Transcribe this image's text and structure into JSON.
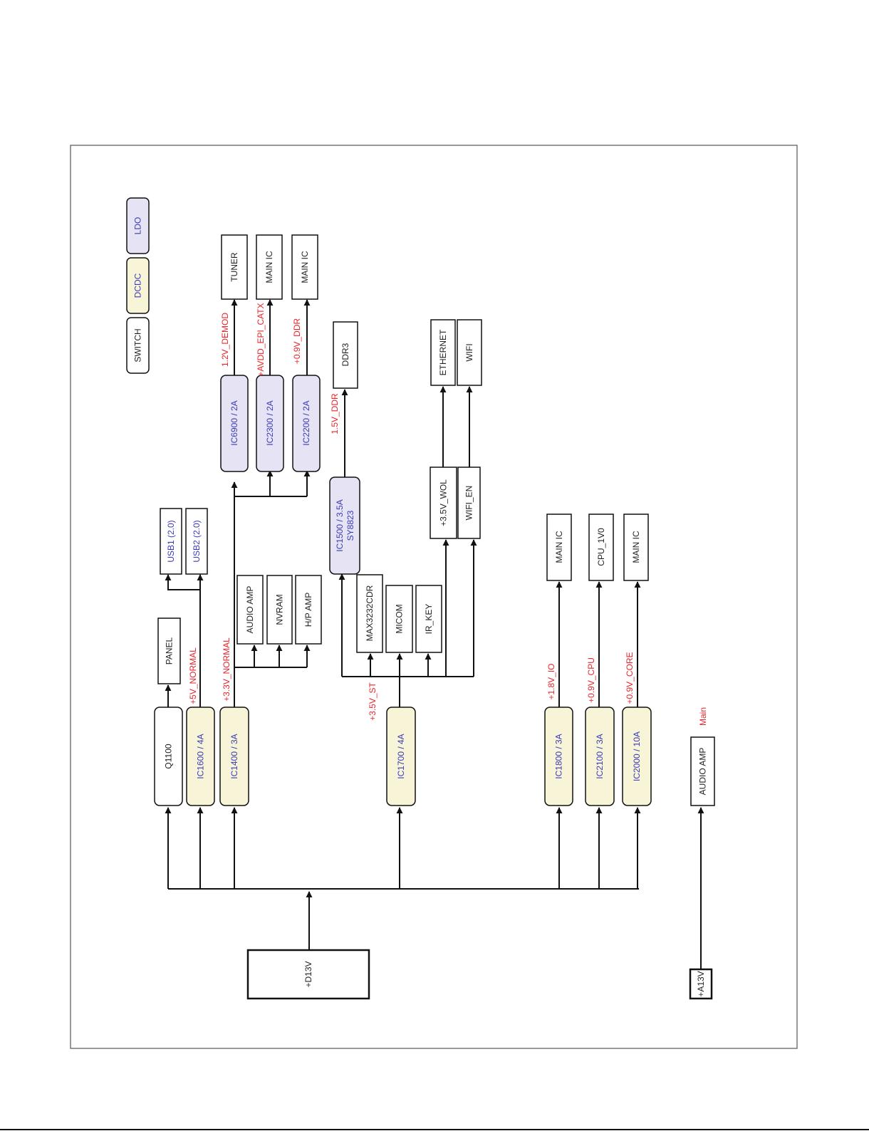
{
  "legend": {
    "switch": "SWITCH",
    "dcdc": "DCDC",
    "ldo": "LDO"
  },
  "colors": {
    "dcdc_fill": "#f8f4d8",
    "ldo_fill": "#e6e4f4",
    "switch_fill": "#ffffff",
    "part_text": "#3a3ab8",
    "rail_text": "#e8242a",
    "line": "#111111"
  },
  "sources": {
    "d13v": "+D13V",
    "a13v": "+A13V"
  },
  "main_label": "Main",
  "regulators": {
    "q1100": "Q1100",
    "ic1600": "IC1600 / 4A",
    "ic1400": "IC1400 / 3A",
    "ic1700": "IC1700 / 4A",
    "ic1800": "IC1800 / 3A",
    "ic2100": "IC2100 / 3A",
    "ic2000": "IC2000 / 10A",
    "ic6900": "IC6900 / 2A",
    "ic2300": "IC2300 / 2A",
    "ic2200": "IC2200 / 2A",
    "ic1500_line1": "IC1500 / 3.5A",
    "ic1500_line2": "SY8823"
  },
  "rails": {
    "v5_normal": "+5V_NORMAL",
    "v33_normal": "+3.3V_NORMAL",
    "v35_st": "+3.5V_ST",
    "v18_io": "+1.8V_IO",
    "v09_cpu": "+0.9V_CPU",
    "v09_core": "+0.9V_CORE",
    "v12_demod": "1.2V_DEMOD",
    "avdd": "+AVDD_EPI_CATX",
    "v09_ddr": "+0.9V_DDR",
    "v15_ddr": "1.5V_DDR"
  },
  "loads": {
    "panel": "PANEL",
    "usb1": "USB1 (2.0)",
    "usb2": "USB2 (2.0)",
    "audio_amp": "AUDIO AMP",
    "nvram": "NVRAM",
    "hp_amp": "H/P AMP",
    "tuner": "TUNER",
    "main_ic_1": "MAIN IC",
    "main_ic_2": "MAIN IC",
    "ddr3": "DDR3",
    "max3232": "MAX3232CDR",
    "micom": "MICOM",
    "ir_key": "IR_KEY",
    "v35_wol": "+3.5V_WOL",
    "wifi_en": "WIFI_EN",
    "ethernet": "ETHERNET",
    "wifi": "WIFI",
    "main_ic_3": "MAIN IC",
    "cpu_1v0": "CPU_1V0",
    "main_ic_4": "MAIN IC",
    "audio_amp_main": "AUDIO AMP"
  }
}
